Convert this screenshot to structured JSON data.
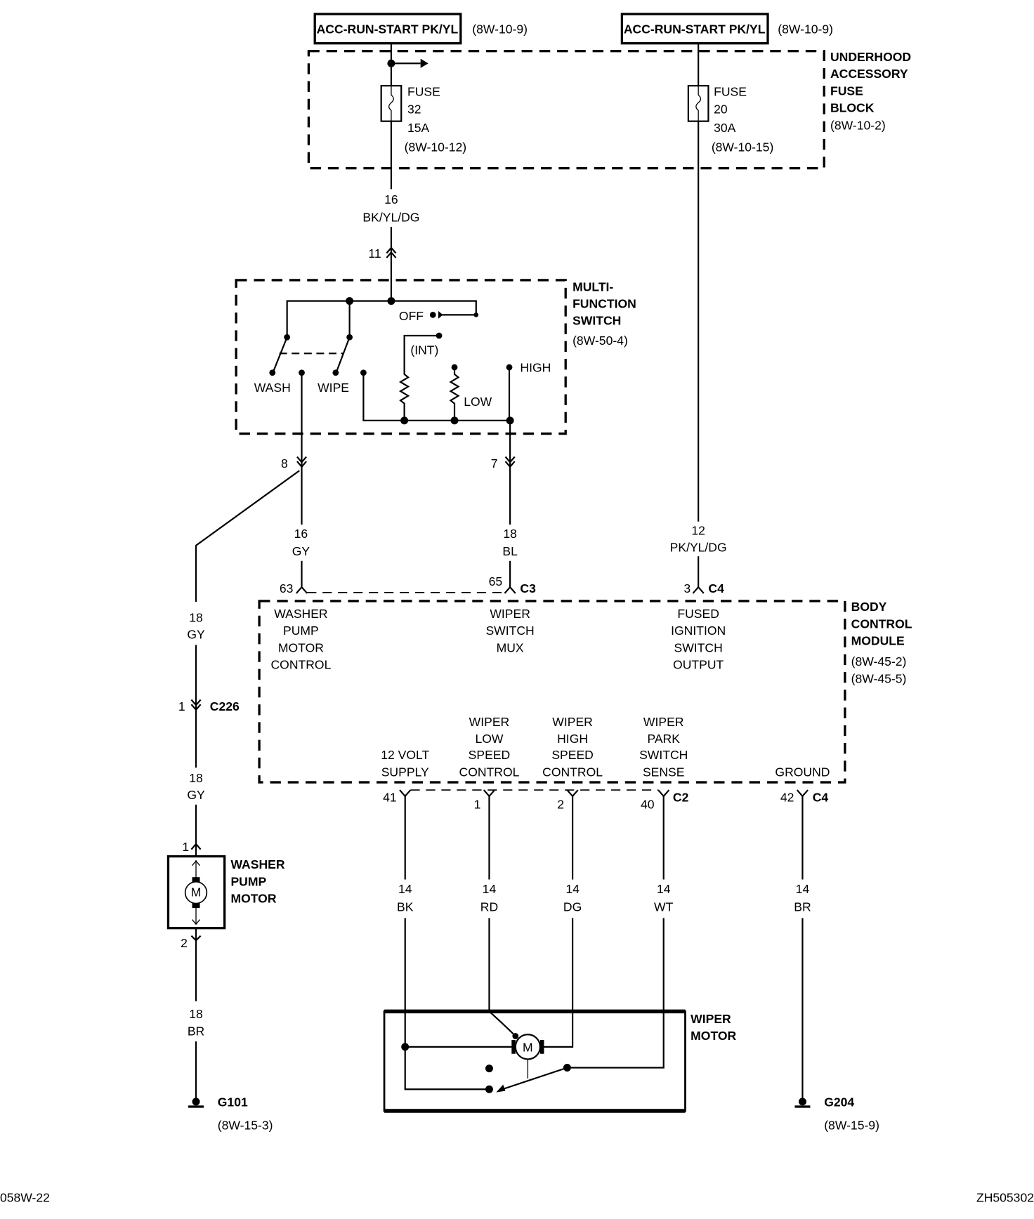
{
  "power_sources": [
    {
      "label": "ACC-RUN-START PK/YL",
      "ref": "(8W-10-9)"
    },
    {
      "label": "ACC-RUN-START PK/YL",
      "ref": "(8W-10-9)"
    }
  ],
  "fuse_block": {
    "title": [
      "UNDERHOOD",
      "ACCESSORY",
      "FUSE",
      "BLOCK"
    ],
    "ref": "(8W-10-2)",
    "fuses": [
      {
        "name": "FUSE",
        "number": "32",
        "rating": "15A",
        "ref": "(8W-10-12)"
      },
      {
        "name": "FUSE",
        "number": "20",
        "rating": "30A",
        "ref": "(8W-10-15)"
      }
    ]
  },
  "wires": {
    "feed": {
      "gauge": "16",
      "color": "BK/YL/DG"
    },
    "wash": {
      "gauge": "16",
      "color": "GY"
    },
    "mux": {
      "gauge": "18",
      "color": "BL"
    },
    "ign": {
      "gauge": "12",
      "color": "PK/YL/DG"
    },
    "washer_a": {
      "gauge": "18",
      "color": "GY"
    },
    "washer_b": {
      "gauge": "18",
      "color": "GY"
    },
    "washer_gnd": {
      "gauge": "18",
      "color": "BR"
    },
    "supply": {
      "gauge": "14",
      "color": "BK"
    },
    "low": {
      "gauge": "14",
      "color": "RD"
    },
    "high": {
      "gauge": "14",
      "color": "DG"
    },
    "park": {
      "gauge": "14",
      "color": "WT"
    },
    "ground": {
      "gauge": "14",
      "color": "BR"
    }
  },
  "pins": {
    "mfs_in": "11",
    "mfs_wash": "8",
    "mfs_mux": "7",
    "bcm_63": "63",
    "bcm_65": "65",
    "c3": "C3",
    "bcm_3": "3",
    "c4_top": "C4",
    "c226_pin": "1",
    "c226": "C226",
    "pump_1": "1",
    "pump_2": "2",
    "bcm_41": "41",
    "bcm_1": "1",
    "bcm_2": "2",
    "bcm_40": "40",
    "c2": "C2",
    "bcm_42": "42",
    "c4_bot": "C4"
  },
  "mfs": {
    "title": [
      "MULTI-",
      "FUNCTION",
      "SWITCH"
    ],
    "ref": "(8W-50-4)",
    "off": "OFF",
    "int": "(INT)",
    "wash": "WASH",
    "wipe": "WIPE",
    "low": "LOW",
    "high": "HIGH"
  },
  "bcm": {
    "title": [
      "BODY",
      "CONTROL",
      "MODULE"
    ],
    "refs": [
      "(8W-45-2)",
      "(8W-45-5)"
    ],
    "washer": [
      "WASHER",
      "PUMP",
      "MOTOR",
      "CONTROL"
    ],
    "mux": [
      "WIPER",
      "SWITCH",
      "MUX"
    ],
    "ign": [
      "FUSED",
      "IGNITION",
      "SWITCH",
      "OUTPUT"
    ],
    "supply": [
      "12 VOLT",
      "SUPPLY"
    ],
    "low": [
      "WIPER",
      "LOW",
      "SPEED",
      "CONTROL"
    ],
    "high": [
      "WIPER",
      "HIGH",
      "SPEED",
      "CONTROL"
    ],
    "park": [
      "WIPER",
      "PARK",
      "SWITCH",
      "SENSE"
    ],
    "ground": "GROUND"
  },
  "washer_pump": {
    "title": [
      "WASHER",
      "PUMP",
      "MOTOR"
    ],
    "motor": "M"
  },
  "wiper_motor": {
    "title": [
      "WIPER",
      "MOTOR"
    ],
    "motor": "M"
  },
  "grounds": [
    {
      "name": "G101",
      "ref": "(8W-15-3)"
    },
    {
      "name": "G204",
      "ref": "(8W-15-9)"
    }
  ],
  "footer": {
    "left": "058W-22",
    "right": "ZH505302"
  }
}
